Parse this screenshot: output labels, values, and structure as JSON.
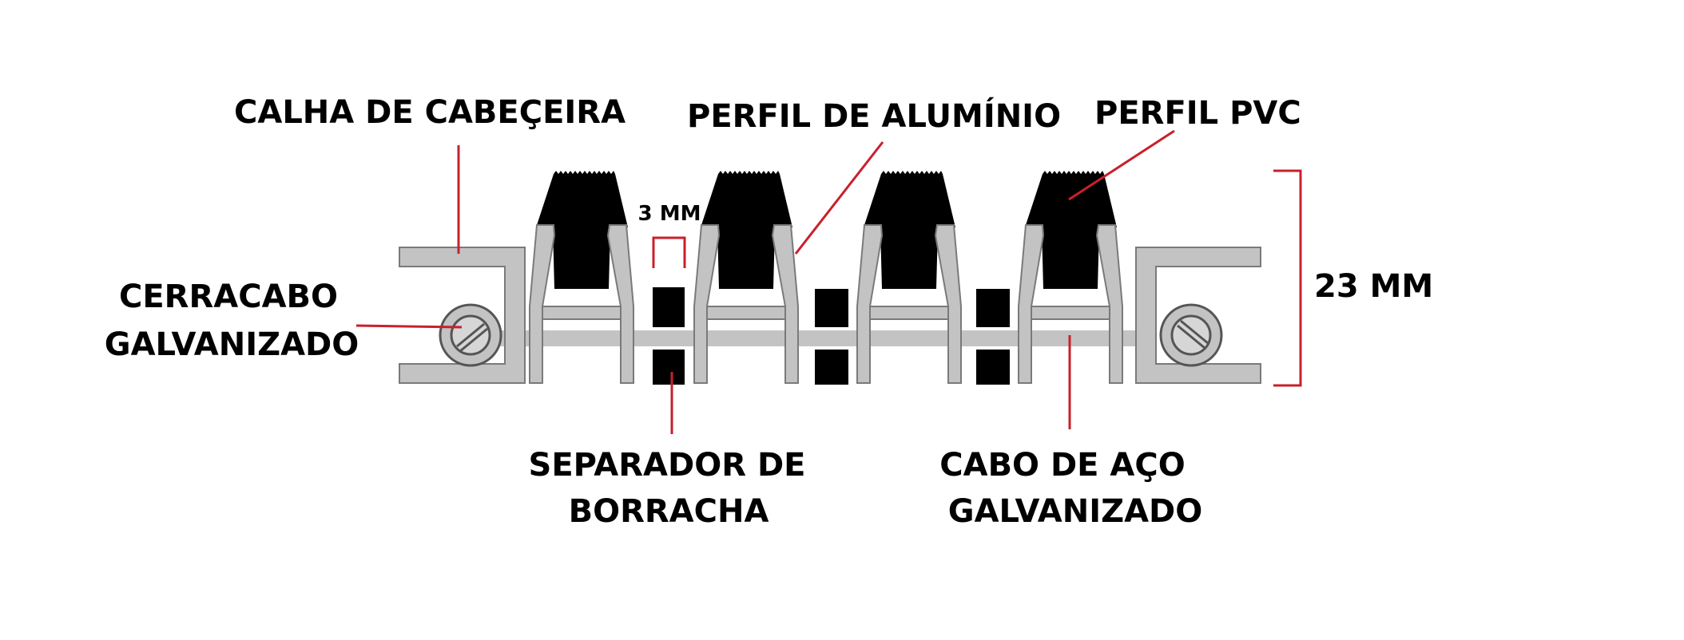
{
  "labels": {
    "calha": "CALHA DE CABEÇEIRA",
    "perfil_aluminio": "PERFIL DE ALUMÍNIO",
    "perfil_pvc": "PERFIL PVC",
    "cerracabo_1": "CERRACABO",
    "cerracabo_2": "GALVANIZADO",
    "separador_1": "SEPARADOR DE",
    "separador_2": "BORRACHA",
    "cabo_1": "CABO DE AÇO",
    "cabo_2": "GALVANIZADO",
    "gap": "3 MM",
    "height": "23 MM"
  },
  "colors": {
    "aluminum_fill": "#c3c3c3",
    "aluminum_stroke": "#7a7a7a",
    "pvc_fill": "#000000",
    "leader": "#c8202c",
    "cable": "#c3c3c3"
  }
}
